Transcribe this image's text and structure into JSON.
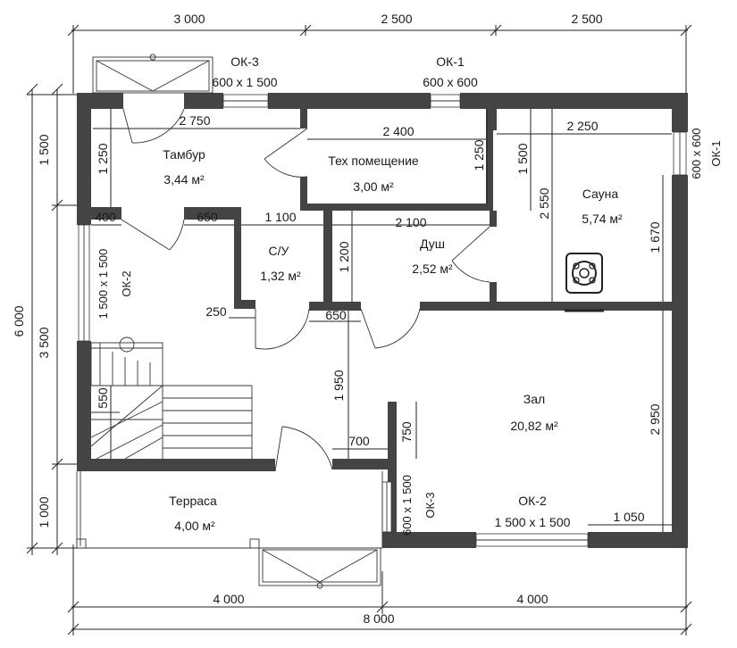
{
  "dimensions": {
    "top": [
      "3 000",
      "2 500",
      "2 500"
    ],
    "left": [
      "1 500",
      "6 000",
      "3 500",
      "1 000"
    ],
    "bottom": [
      "4 000",
      "4 000",
      "8 000"
    ]
  },
  "windows": {
    "ok3_top": {
      "name": "ОК-3",
      "size": "600 х 1 500"
    },
    "ok1_top": {
      "name": "ОК-1",
      "size": "600 х 600"
    },
    "ok1_right": {
      "name": "ОК-1",
      "size": "600 х 600"
    },
    "ok2_left": {
      "name": "ОК-2",
      "size": "1 500 х 1 500"
    },
    "ok3_inner": {
      "name": "ОК-3",
      "size": "600 х 1 500"
    },
    "ok2_bottom": {
      "name": "ОК-2",
      "size": "1 500 х 1 500"
    }
  },
  "rooms": {
    "tambur": {
      "name": "Тамбур",
      "area": "3,44 м²"
    },
    "tech": {
      "name": "Тех помещение",
      "area": "3,00 м²"
    },
    "sauna": {
      "name": "Сауна",
      "area": "5,74 м²"
    },
    "su": {
      "name": "С/У",
      "area": "1,32 м²"
    },
    "shower": {
      "name": "Душ",
      "area": "2,52 м²"
    },
    "hall": {
      "name": "Зал",
      "area": "20,82 м²"
    },
    "terrace": {
      "name": "Терраса",
      "area": "4,00 м²"
    }
  },
  "inner_dims": {
    "tambur_w": "2 750",
    "tambur_h": "1 250",
    "tech_w": "2 400",
    "tech_h": "1 250",
    "sauna_w": "2 250",
    "sauna_h1": "1 500",
    "sauna_h2": "2 550",
    "sauna_h3": "1 670",
    "d400": "400",
    "d650a": "650",
    "su_w": "1 100",
    "shower_w": "2 100",
    "shower_h": "1 200",
    "d250": "250",
    "d650b": "650",
    "hall_h1": "1 950",
    "hall_h2": "2 950",
    "stair_h": "550",
    "d700": "700",
    "d750": "750",
    "d1050": "1 050"
  }
}
